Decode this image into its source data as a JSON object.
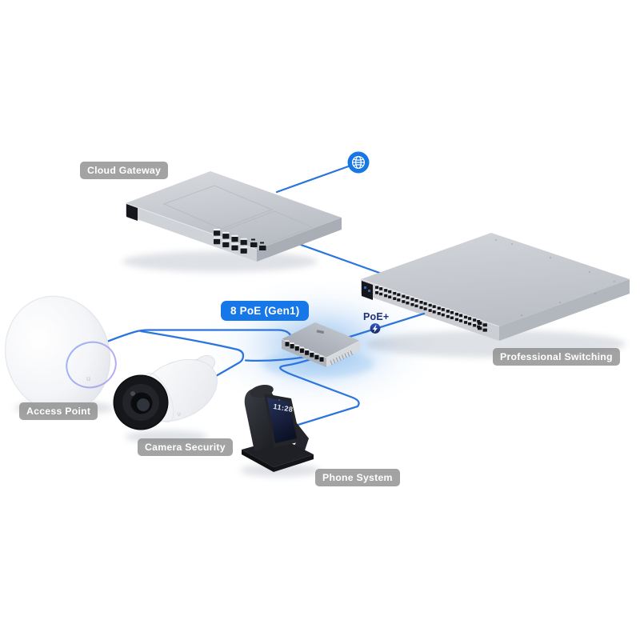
{
  "diagram": {
    "background": "#ffffff",
    "colors": {
      "line_blue": "#2b75dc",
      "pill_blue": "#1677e8",
      "tag_gray": "rgba(131,131,131,0.74)",
      "poe_text_blue": "#20307a",
      "globe_blue": "#1778e3",
      "glow_blue": "#8ec1f0"
    },
    "internet": {
      "icon": "globe"
    },
    "devices": {
      "cloud_gateway": {
        "label": "Cloud Gateway"
      },
      "professional_switch": {
        "label": "Professional Switching"
      },
      "poe_switch": {
        "label": "8 PoE (Gen1)"
      },
      "access_point": {
        "label": "Access Point"
      },
      "camera": {
        "label": "Camera Security"
      },
      "phone": {
        "label": "Phone System",
        "screen_time": "11:28"
      }
    },
    "links": {
      "poe_plus": {
        "label": "PoE+"
      },
      "connections": [
        "internet - cloud_gateway",
        "cloud_gateway - professional_switch",
        "poe_switch - professional_switch (PoE+)",
        "poe_switch - access_point",
        "poe_switch - camera",
        "poe_switch - phone"
      ]
    }
  }
}
